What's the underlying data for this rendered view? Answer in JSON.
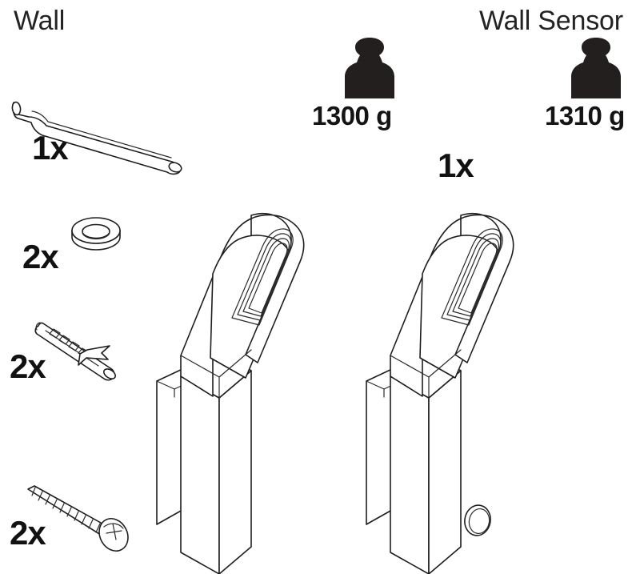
{
  "page": {
    "type": "parts-list-illustration",
    "background_color": "#ffffff",
    "line_color": "#1e1e1e",
    "solid_icon_color": "#231f1f"
  },
  "headers": [
    {
      "id": "wall",
      "label": "Wall"
    },
    {
      "id": "wall-sensor",
      "label": "Wall Sensor"
    }
  ],
  "weights": [
    {
      "id": "weight-wall",
      "icon": "weight-icon",
      "label": "1300 g",
      "value": 1300,
      "unit": "g"
    },
    {
      "id": "weight-wall-sensor",
      "icon": "weight-icon",
      "label": "1310 g",
      "value": 1310,
      "unit": "g"
    }
  ],
  "hardware": [
    {
      "id": "allen-key",
      "icon": "allen-key-icon",
      "quantity_label": "1x",
      "quantity": 1
    },
    {
      "id": "washer",
      "icon": "washer-icon",
      "quantity_label": "2x",
      "quantity": 2
    },
    {
      "id": "wall-plug",
      "icon": "wall-plug-icon",
      "quantity_label": "2x",
      "quantity": 2
    },
    {
      "id": "screw",
      "icon": "screw-icon",
      "quantity_label": "2x",
      "quantity": 2
    }
  ],
  "lamps": [
    {
      "id": "wall-lamp",
      "icon": "wall-lamp-icon",
      "quantity_label": "",
      "has_sensor": false
    },
    {
      "id": "wall-sensor-lamp",
      "icon": "wall-sensor-lamp-icon",
      "quantity_label": "1x",
      "quantity": 1,
      "has_sensor": true,
      "sensor_icon": "motion-sensor-icon"
    }
  ]
}
